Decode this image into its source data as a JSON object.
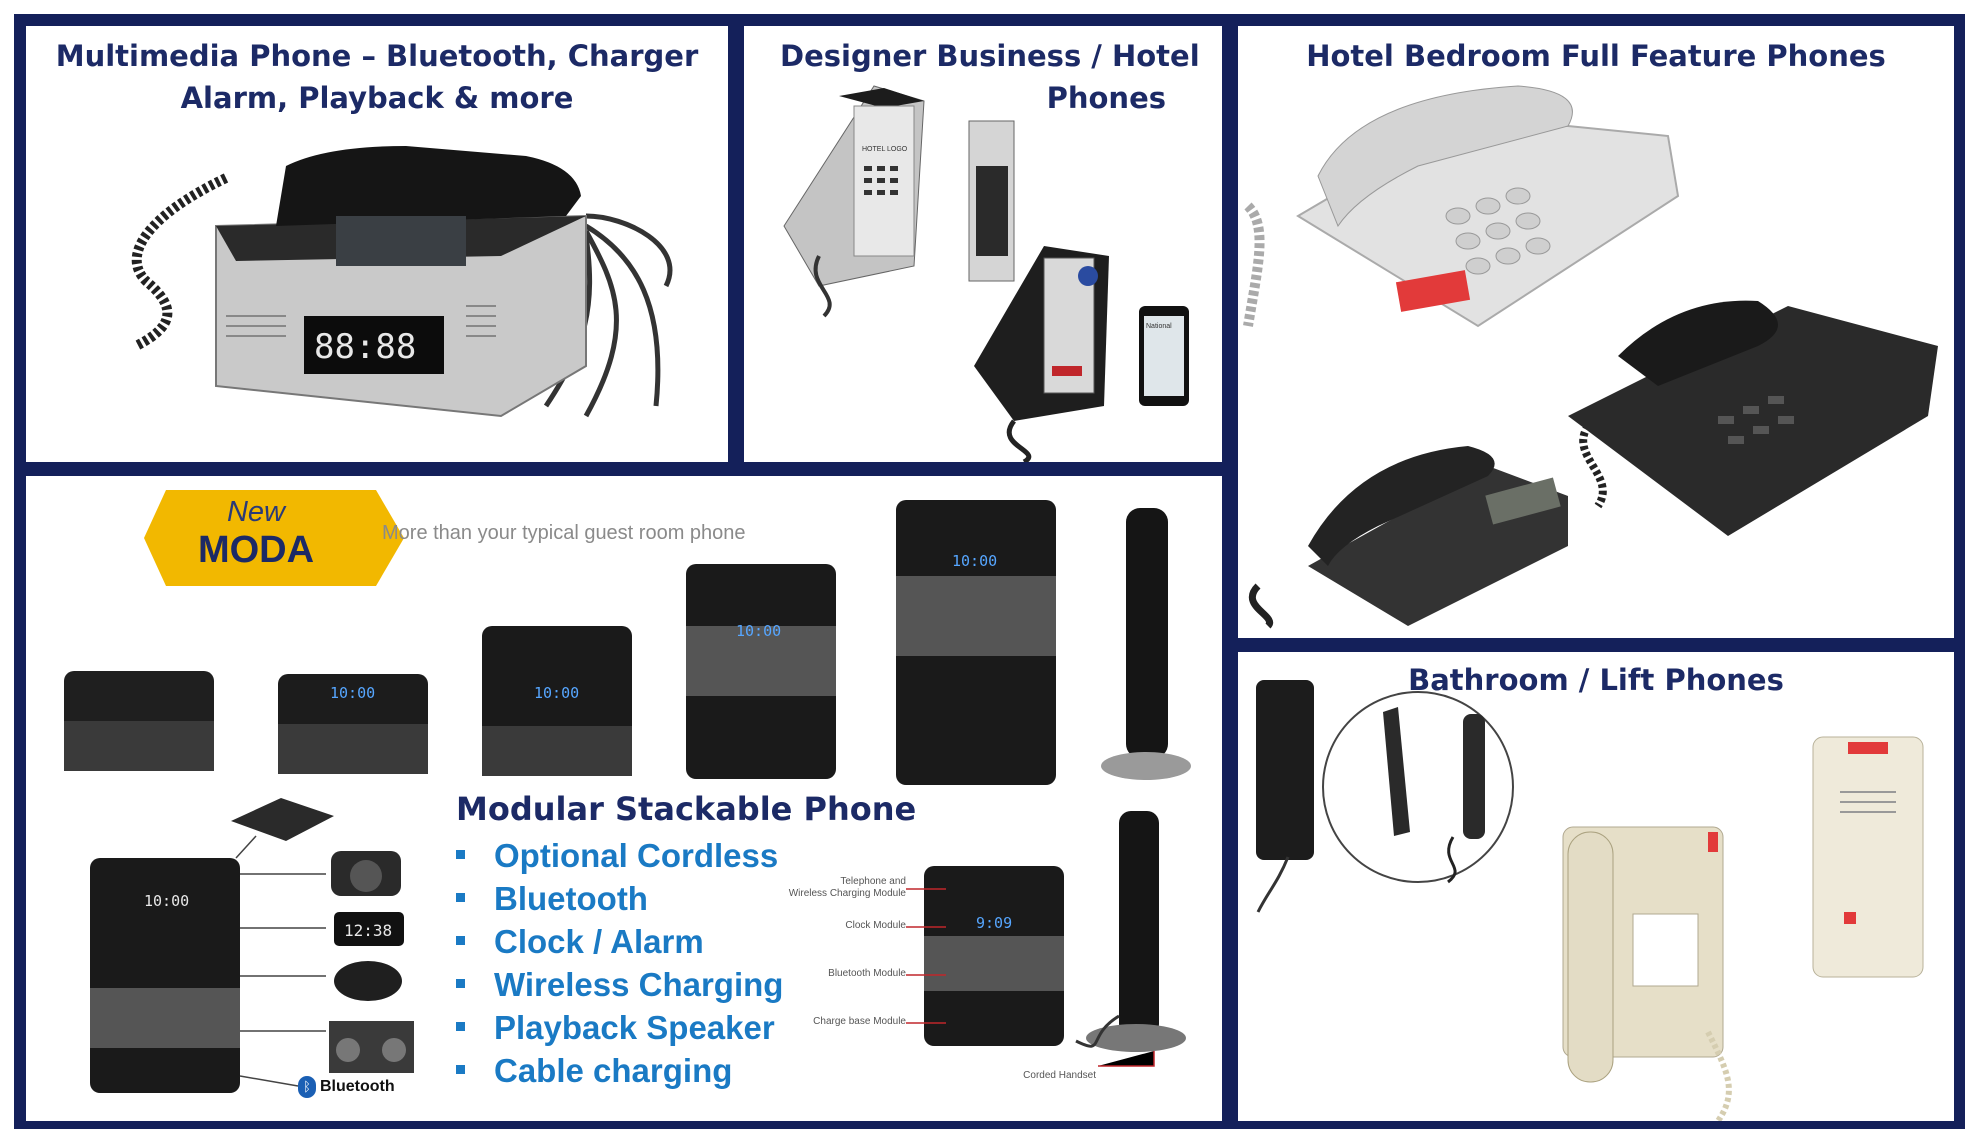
{
  "panels": {
    "multimedia": {
      "title_line1": "Multimedia Phone – Bluetooth, Charger",
      "title_line2": "Alarm, Playback & more",
      "display": "88:88"
    },
    "designer": {
      "title_line1": "Designer Business / Hotel",
      "title_line2": "Phones",
      "handset_text": "HOTEL LOGO",
      "screen_text": "National"
    },
    "bedroom": {
      "title": "Hotel Bedroom Full  Feature Phones"
    },
    "moda": {
      "badge_new": "New",
      "badge_name": "MODA",
      "tagline": "More than your typical guest room phone",
      "feature_title": "Modular Stackable Phone",
      "features": [
        "Optional Cordless",
        "Bluetooth",
        "Clock / Alarm",
        "Wireless Charging",
        "Playback Speaker",
        "Cable charging"
      ],
      "clock_text": "10:00",
      "clock_large": "12:38",
      "diagram_clock": "9:09",
      "bluetooth_label": "Bluetooth",
      "modules": {
        "telephone": "Telephone and",
        "telephone2": "Wireless Charging Module",
        "clock": "Clock Module",
        "bluetooth": "Bluetooth Module",
        "charge": "Charge base Module",
        "handset": "Corded Handset"
      }
    },
    "bathroom": {
      "title": "Bathroom / Lift Phones"
    }
  },
  "colors": {
    "frame": "#14205a",
    "title": "#1c2a66",
    "feature": "#1a7ac4",
    "badge": "#f2b800"
  }
}
